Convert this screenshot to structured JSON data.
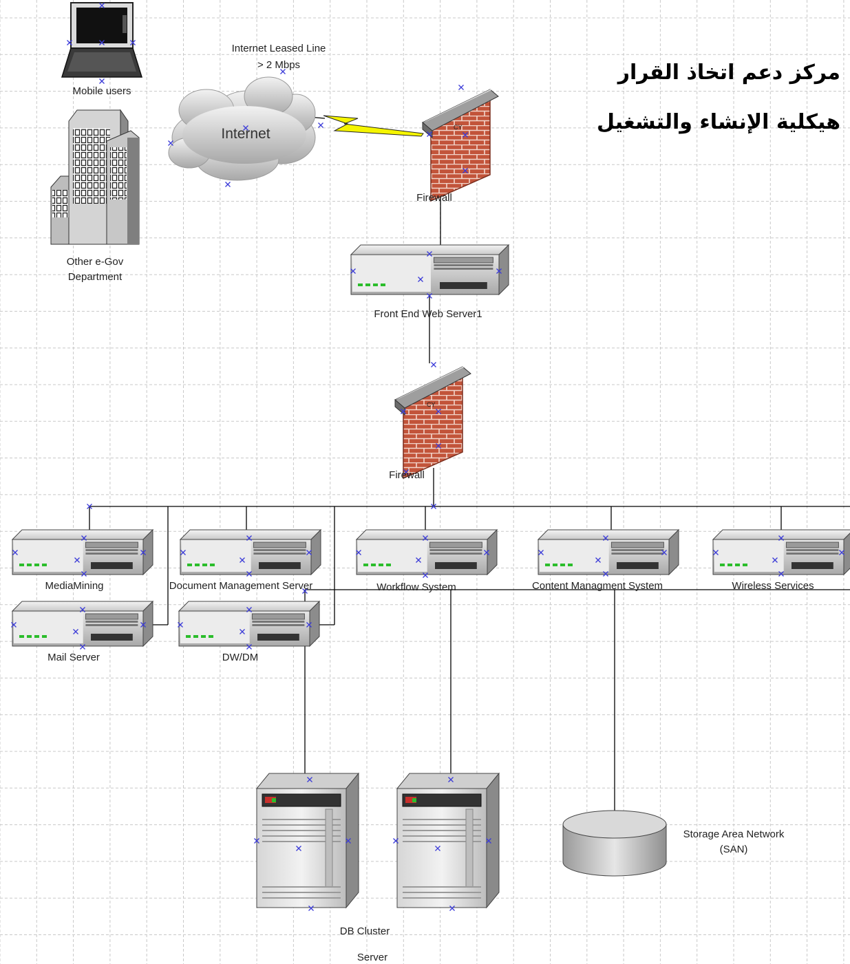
{
  "title": {
    "line1": "مركز دعم اتخاذ القرار",
    "line2": "هيكلية الإنشاء والتشغيل"
  },
  "nodes": {
    "mobile_users": "Mobile users",
    "other_egov": [
      "Other e-Gov",
      "Department"
    ],
    "internet": "Internet",
    "leased_line": [
      "Internet Leased Line",
      "> 2 Mbps"
    ],
    "firewall_top": "Firewall",
    "firewall_top_mark": "CY",
    "front_end": "Front End Web Server1",
    "firewall_mid": "Firewall",
    "firewall_mid_mark": "CY",
    "media_mining": "MediaMining",
    "doc_mgmt": "Document Management Server",
    "workflow": "Workflow System",
    "content_mgmt": "Content Managment System",
    "wireless": "Wireless Services",
    "mail_server": "Mail Server",
    "dw_dm": "DW/DM",
    "san": [
      "Storage Area Network",
      "(SAN)"
    ],
    "db_cluster": [
      "DB Cluster",
      "Server"
    ]
  },
  "colors": {
    "grid": "#c8c8c8",
    "brick": "#c2543a",
    "mortar": "#f2d6cc",
    "handle": "#3b3bd8",
    "link": "#000000",
    "lightning": "#f5f500",
    "led": "#2bbd2b"
  }
}
